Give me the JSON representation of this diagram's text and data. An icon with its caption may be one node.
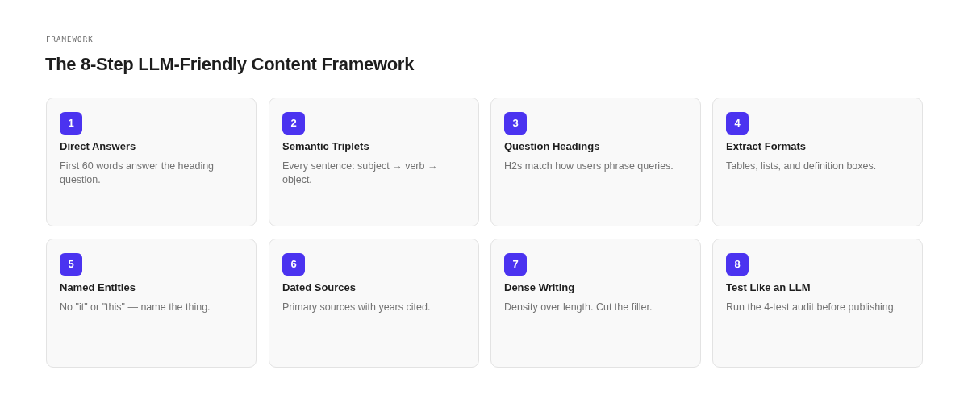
{
  "diagram": {
    "title": "The 8-Step LLM-Friendly Content Framework",
    "labels": [
      "FRAMEWORK"
    ],
    "nodes": [
      {
        "text": [
          "Direct Answers",
          "First 60 words answer the heading question."
        ]
      },
      {
        "text": [
          "1"
        ],
        "in": 0
      },
      {
        "text": [
          "Semantic Triplets",
          "Every sentence: subject → verb → object."
        ]
      },
      {
        "text": [
          "2"
        ],
        "in": 2
      },
      {
        "text": [
          "Question Headings",
          "H2s match how users phrase queries."
        ]
      },
      {
        "text": [
          "3"
        ],
        "in": 4
      },
      {
        "text": [
          "Extract Formats",
          "Tables, lists, and definition boxes."
        ]
      },
      {
        "text": [
          "4"
        ],
        "in": 6
      },
      {
        "text": [
          "Named Entities",
          "No \"it\" or \"this\" — name the thing."
        ]
      },
      {
        "text": [
          "5"
        ],
        "in": 8
      },
      {
        "text": [
          "Dated Sources",
          "Primary sources with years cited."
        ]
      },
      {
        "text": [
          "6"
        ],
        "in": 10
      },
      {
        "text": [
          "Dense Writing",
          "Density over length. Cut the filler."
        ]
      },
      {
        "text": [
          "7"
        ],
        "in": 12
      },
      {
        "text": [
          "Test Like an LLM",
          "Run the 4-test audit before publishing."
        ]
      },
      {
        "text": [
          "8"
        ],
        "in": 14
      }
    ]
  }
}
